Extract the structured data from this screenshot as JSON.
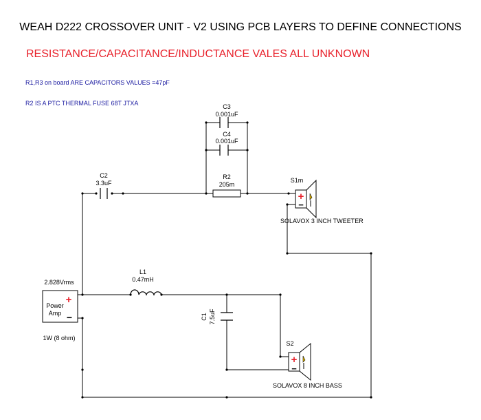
{
  "header": {
    "title": "WEAH D222 CROSSOVER UNIT - V2 USING PCB LAYERS TO DEFINE CONNECTIONS",
    "warning": "RESISTANCE/CAPACITANCE/INDUCTANCE VALES ALL UNKNOWN",
    "warning_color": "#e8202a"
  },
  "notes": {
    "note1": "R1,R3 on board  ARE CAPACITORS VALUES =47pF",
    "note2": "R2 IS A PTC THERMAL FUSE 68T JTXA",
    "note_color": "#1a1aa0"
  },
  "components": {
    "c3": {
      "ref": "C3",
      "value": "0.001uF"
    },
    "c4": {
      "ref": "C4",
      "value": "0.001uF"
    },
    "c2": {
      "ref": "C2",
      "value": "3.3uF"
    },
    "r2": {
      "ref": "R2",
      "value": "205m"
    },
    "l1": {
      "ref": "L1",
      "value": "0.47mH"
    },
    "c1": {
      "ref": "C1",
      "value": "7.5uF"
    },
    "s1m": {
      "ref": "S1m",
      "caption": "SOLAVOX 3 INCH TWEETER"
    },
    "s2": {
      "ref": "S2",
      "caption": "SOLAVOX 8 INCH BASS"
    },
    "amp": {
      "voltage": "2.828Vrms",
      "name_line1": "Power",
      "name_line2": "Amp",
      "power": "1W (8 ohm)"
    }
  },
  "symbols": {
    "plus": "+",
    "minus": "−",
    "plus_color": "#e8202a"
  },
  "icons": [
    "speaker-icon",
    "capacitor-icon",
    "resistor-icon",
    "inductor-icon",
    "power-amp-icon"
  ]
}
